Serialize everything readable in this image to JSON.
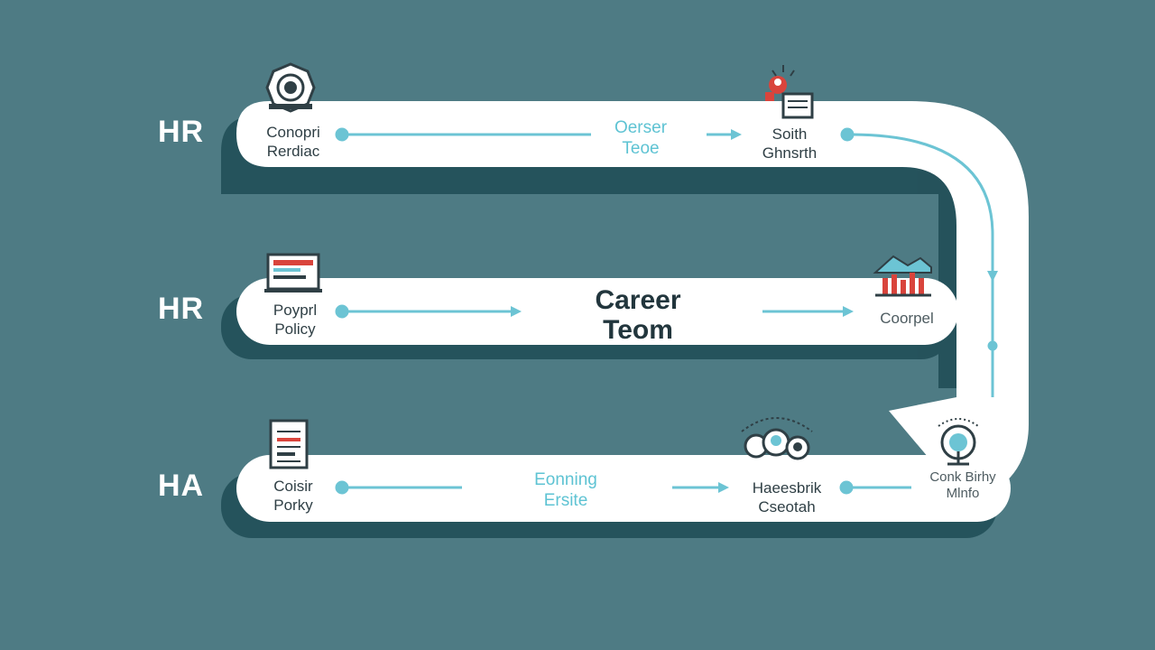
{
  "rows": [
    {
      "label": "HR",
      "start": [
        "Conopri",
        "Rerdiac"
      ],
      "middle": [
        "Oerser",
        "Teoe"
      ],
      "end": [
        "Soith",
        "Ghnsrth"
      ]
    },
    {
      "label": "HR",
      "start": [
        "Poyprl",
        "Policy"
      ],
      "middle": [
        "Career",
        "Teom"
      ],
      "end": [
        "Coorpel",
        ""
      ]
    },
    {
      "label": "HA",
      "start": [
        "Coisir",
        "Porky"
      ],
      "middle": [
        "Eonning",
        "Ersite"
      ],
      "end": [
        "Haeesbrik",
        "Cseotah"
      ],
      "corner": [
        "Conk Birhy",
        "Mlnfo"
      ]
    }
  ],
  "icons": {
    "row1_start": "gear-badge-icon",
    "row1_end": "team-chart-icon",
    "row2_start": "laptop-icon",
    "row2_end": "mountain-chart-icon",
    "row3_start": "document-icon",
    "row3_end": "people-group-icon",
    "row3_corner": "globe-pin-icon"
  },
  "colors": {
    "background": "#4e7b84",
    "track": "#ffffff",
    "shadow": "#1f4c55",
    "connector": "#6cc4d4",
    "accent_text": "#5ec3d3",
    "dark_text": "#22363d",
    "icon_red": "#d9443c"
  }
}
